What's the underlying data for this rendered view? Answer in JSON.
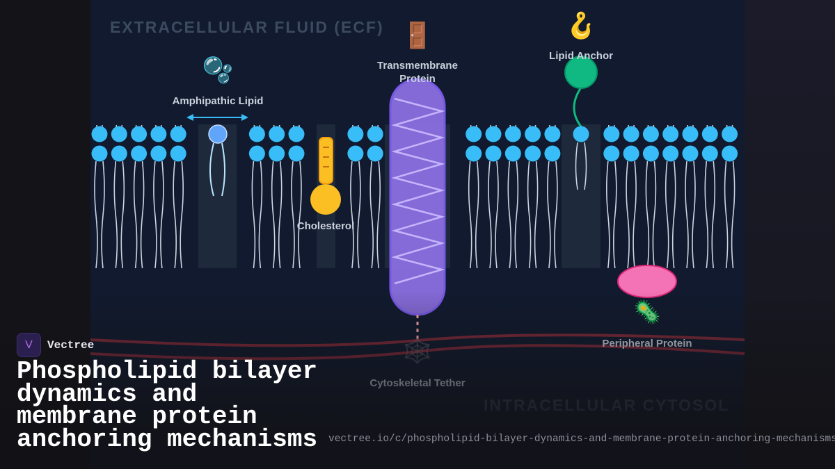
{
  "diagram": {
    "region_top": "EXTRACELLULAR FLUID (ECF)",
    "region_bottom": "INTRACELLULAR CYTOSOL",
    "labels": {
      "amphipathic": "Amphipathic Lipid",
      "transmembrane": "Transmembrane Protein",
      "lipid_anchor": "Lipid Anchor",
      "cholesterol": "Cholesterol",
      "peripheral": "Peripheral Protein",
      "cytoskeletal": "Cytoskeletal Tether"
    },
    "icons": {
      "amphipathic": "🫧",
      "transmembrane": "🚪",
      "lipid_anchor": "🪝",
      "peripheral": "🦠",
      "cytoskeletal": "🕸️"
    },
    "colors": {
      "head": "#38bdf8",
      "protein": "#8b6fe0",
      "anchor": "#10b981",
      "peripheral": "#f472b6",
      "cholesterol": "#fbbf24",
      "cytoskeleton": "#7f2a3a"
    }
  },
  "brand": {
    "name": "Vectree",
    "logo": "V"
  },
  "title": "Phospholipid bilayer dynamics and membrane protein anchoring mechanisms",
  "url": "vectree.io/c/phospholipid-bilayer-dynamics-and-membrane-protein-anchoring-mechanisms"
}
